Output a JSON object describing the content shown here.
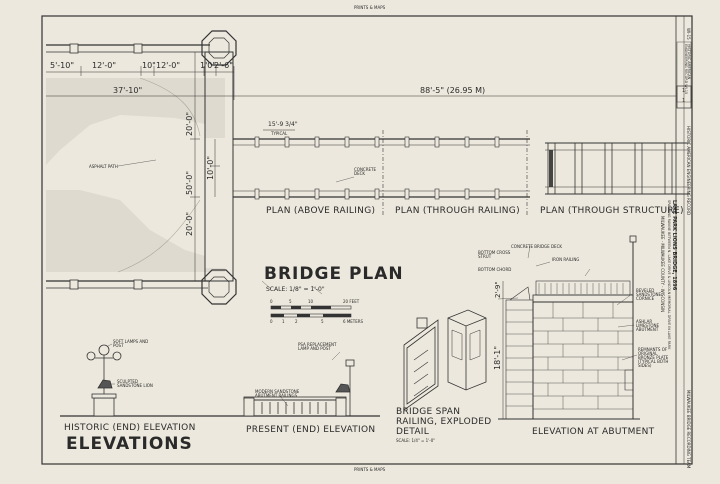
{
  "sheet": {
    "top_mark": "PRINTS & MAPS",
    "bottom_mark": "PRINTS & MAPS"
  },
  "plan": {
    "dims_top": [
      "5'-10\"",
      "12'-0\"",
      "10\"",
      "12'-0\"",
      "1'0\"",
      "2'-6\""
    ],
    "dim_total_left": "37'-10\"",
    "dim_total_right": "88'-5\" (26.95 M)",
    "dim_vert_a": "20'-0\"",
    "dim_vert_b": "50'-0\"",
    "dim_vert_c": "20'-0\"",
    "dim_vert_d": "10'-0\"",
    "dim_post": "15'-9 3/4\"",
    "typical": "TYPICAL",
    "asphalt_note": "ASPHALT PATH",
    "deck_note": "CONCRETE DECK",
    "section_labels": [
      "PLAN (ABOVE RAILING)",
      "PLAN (THROUGH RAILING)",
      "PLAN (THROUGH STRUCTURE)"
    ],
    "title": "BRIDGE PLAN",
    "scale": "SCALE: 1/8\" = 1'-0\"",
    "bar_feet": [
      "0",
      "5",
      "10",
      "20 FEET"
    ],
    "bar_meters": [
      "0",
      "1",
      "2",
      "5",
      "6 METERS"
    ]
  },
  "elevations": {
    "note_lamps": "SOFT LAMPS AND POST",
    "note_lion": "SCULPTED SANDSTONE LION",
    "note_railings": "MODERN SANDSTONE ABUTMENT RAILINGS",
    "note_lamp_post": "PSA REPLACEMENT LAMP AND POST",
    "historic_label": "HISTORIC (END) ELEVATION",
    "present_label": "PRESENT (END) ELEVATION",
    "title": "ELEVATIONS"
  },
  "detail": {
    "title_l1": "BRIDGE SPAN",
    "title_l2": "RAILING, EXPLODED",
    "title_l3": "DETAIL",
    "scale": "SCALE: 1/4\" = 1'-0\""
  },
  "abutment": {
    "notes": [
      "BOTTOM CROSS STRUT",
      "BOTTOM CHORD",
      "CONCRETE BRIDGE DECK",
      "IRON RAILING",
      "BEVELED SANDSTONE CORNICE",
      "ASHLAR LIMESTONE ABUTMENT",
      "REMNANTS OF ORIGINAL BRONZE PLATE (TYPICAL BOTH SIDES)"
    ],
    "dim_small": "2'-9\"",
    "dim_height": "18'-1\"",
    "label": "ELEVATION AT ABUTMENT"
  },
  "titleblock": {
    "main": "LAKE PARK LIONS BRIDGE, 1896",
    "sub": "SPANNING RAVINE BETWEEN N. LAKE DRIVE & LINCOLN MEMORIAL DRIVE IN LAKE PARK",
    "city": "MILWAUKEE · MILWAUKEE COUNTY · WISCONSIN",
    "survey": "HISTORIC AMERICAN ENGINEERING RECORD",
    "sheet_no": "1",
    "sheet_of": "1",
    "team": "MILWAUKEE BRIDGE RECORDING TEAM",
    "code": "WI-15",
    "record_box": "HISTORIC AMERICAN ENGINEERING RECORD WI-15"
  }
}
